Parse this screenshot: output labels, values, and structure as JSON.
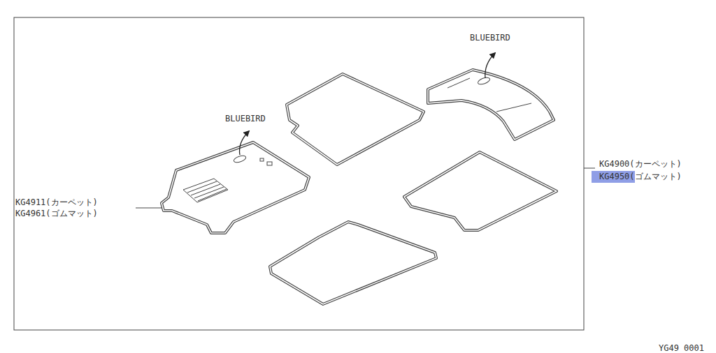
{
  "diagram": {
    "labels": [
      "BLUEBIRD",
      "BLUEBIRD",
      "KG4911(カーペット)",
      "KG4961(ゴムマット)",
      "KG4900(カーペット)",
      "KG4950(ゴムマット)",
      "YG49 0001"
    ]
  }
}
